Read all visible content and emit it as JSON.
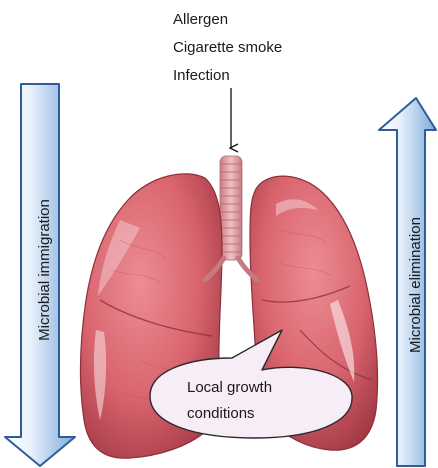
{
  "triggers": {
    "lines": [
      "Allergen",
      "Cigarette smoke",
      "Infection"
    ]
  },
  "left_arrow": {
    "label": "Microbial immigration",
    "direction": "down"
  },
  "right_arrow": {
    "label": "Microbial elimination",
    "direction": "up"
  },
  "callout": {
    "lines": [
      "Local growth",
      "conditions"
    ]
  },
  "colors": {
    "arrow_fill_light": "#eaf2fb",
    "arrow_fill_dark": "#6f9fd6",
    "arrow_stroke": "#2f5d9a",
    "lung_main": "#d9646e",
    "lung_dark": "#a83a45",
    "lung_highlight": "#f2d2d5",
    "trachea": "#e7a7ab",
    "callout_fill": "#f6edf6",
    "callout_stroke": "#2a2a2a"
  },
  "icons": {
    "lungs": "lungs-illustration",
    "arrow_down": "downward-block-arrow",
    "arrow_up": "upward-block-arrow",
    "pointer": "down-pointer-arrow"
  }
}
